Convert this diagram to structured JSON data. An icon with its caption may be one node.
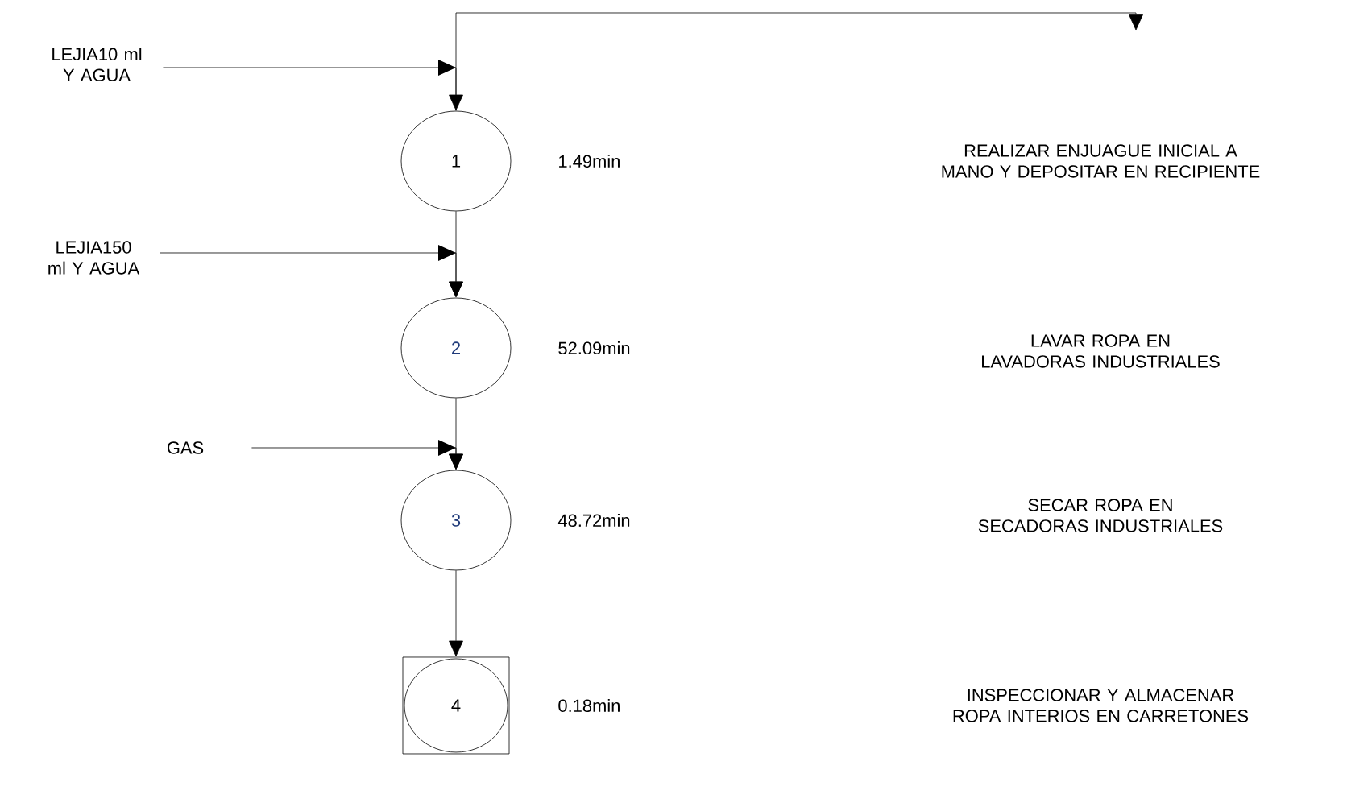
{
  "diagram": {
    "nodes": [
      {
        "text": [
          "LEJIA10 ml Y AGUA"
        ]
      },
      {
        "text": [
          "1"
        ],
        "beside": [
          "1.49min"
        ]
      },
      {
        "text": [
          "LEJIA150 ml Y AGUA"
        ]
      },
      {
        "text": [
          "2"
        ],
        "beside": [
          "52.09min"
        ]
      },
      {
        "text": [
          "GAS"
        ]
      },
      {
        "text": [
          "3"
        ],
        "beside": [
          "48.72min"
        ]
      },
      {
        "text": [
          "4"
        ],
        "beside": [
          "0.18min"
        ]
      }
    ],
    "edges": [
      {
        "from": 0,
        "to": 1,
        "arrow": "to"
      },
      {
        "from": 1,
        "to": null,
        "arrow": "to"
      },
      {
        "from": 1,
        "to": 3,
        "arrow": "to"
      },
      {
        "from": 2,
        "to": 3,
        "arrow": "to"
      },
      {
        "from": 3,
        "to": 5,
        "arrow": "to"
      },
      {
        "from": 4,
        "to": 5,
        "arrow": "to"
      },
      {
        "from": 5,
        "to": 6,
        "arrow": "to"
      }
    ],
    "labels": [
      "REALIZAR ENJUAGUE INICIAL A MANO Y DEPOSITAR EN RECIPIENTE",
      "LAVAR ROPA EN LAVADORAS INDUSTRIALES",
      "SECAR ROPA EN SECADORAS INDUSTRIALES",
      "INSPECCIONAR Y ALMACENAR ROPA INTERIOS EN CARRETONES"
    ]
  }
}
